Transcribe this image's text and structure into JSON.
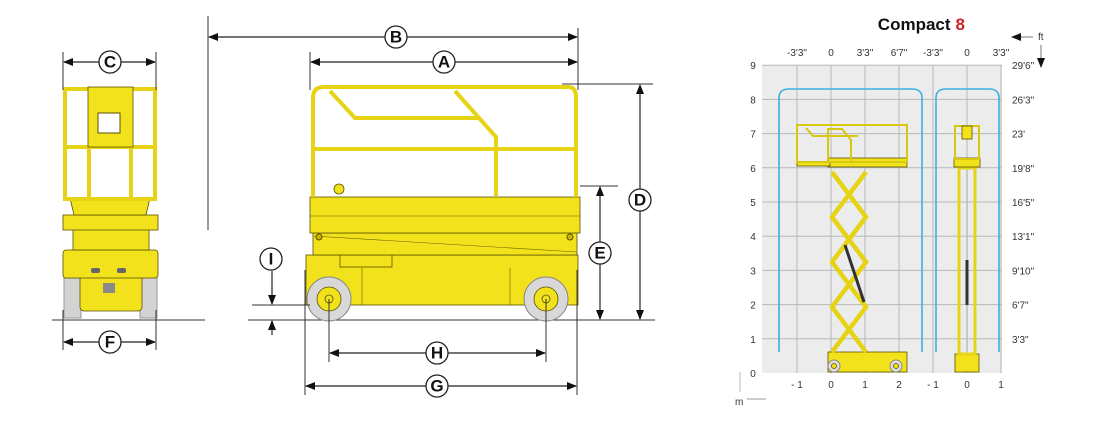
{
  "dimensions": {
    "A": "A",
    "B": "B",
    "C": "C",
    "D": "D",
    "E": "E",
    "F": "F",
    "G": "G",
    "H": "H",
    "I": "I"
  },
  "chart": {
    "title_word": "Compact",
    "title_number": "8",
    "title_color": "#111111",
    "number_color": "#d0202a",
    "unit_ft": "ft",
    "unit_m": "m",
    "y_m_ticks": [
      "0",
      "1",
      "2",
      "3",
      "4",
      "5",
      "6",
      "7",
      "8",
      "9"
    ],
    "y_ft_ticks": [
      "3'3\"",
      "6'7\"",
      "9'10\"",
      "13'1\"",
      "16'5\"",
      "19'8\"",
      "23'",
      "26'3\"",
      "29'6\""
    ],
    "x_ft_ticks": [
      "-3'3\"",
      "0",
      "3'3\"",
      "6'7\"",
      "-3'3\"",
      "0",
      "3'3\""
    ],
    "x_m_ticks": [
      "- 1",
      "0",
      "1",
      "2",
      "- 1",
      "0",
      "1"
    ],
    "envelope_color": "#39b1e3",
    "working_envelope_max_height_m": 8.3,
    "platform_height_m": 6.1
  }
}
